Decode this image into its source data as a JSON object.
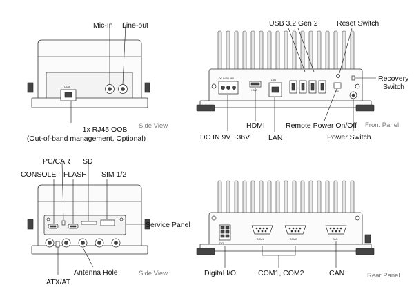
{
  "side_view_top": {
    "caption": "Side View",
    "labels": {
      "mic_in": "Mic-In",
      "line_out": "Line-out",
      "rj45_line1": "1x RJ45 OOB",
      "rj45_line2": "(Out-of-band management, Optional)"
    },
    "port_marks": {
      "oob": "OOB"
    }
  },
  "front_panel": {
    "caption": "Front Panel",
    "labels": {
      "usb": "USB 3.2 Gen 2",
      "reset_switch": "Reset Switch",
      "recovery_line1": "Recovery",
      "recovery_line2": "Switch",
      "dc_in": "DC IN 9V ~36V",
      "hdmi": "HDMI",
      "lan": "LAN",
      "remote_power": "Remote Power On/Off",
      "power_switch": "Power Switch"
    },
    "port_marks": {
      "dc_in": "DC IN 9V-36V",
      "hdmi": "HDMI",
      "lan": "LAN",
      "sw": "SW"
    }
  },
  "side_view_bottom": {
    "caption": "Side View",
    "labels": {
      "pc_car": "PC/CAR",
      "sd": "SD",
      "console": "CONSOLE",
      "flash": "FLASH",
      "sim": "SIM 1/2",
      "service_panel": "Service Panel",
      "antenna_hole": "Antenna Hole",
      "atx_at": "ATX/AT"
    }
  },
  "rear_panel": {
    "caption": "Rear Panel",
    "labels": {
      "digital_io": "Digital I/O",
      "com": "COM1, COM2",
      "can": "CAN"
    },
    "port_marks": {
      "com1": "COM1",
      "com2": "COM2",
      "can": "CAN",
      "dio": "DIO"
    }
  }
}
